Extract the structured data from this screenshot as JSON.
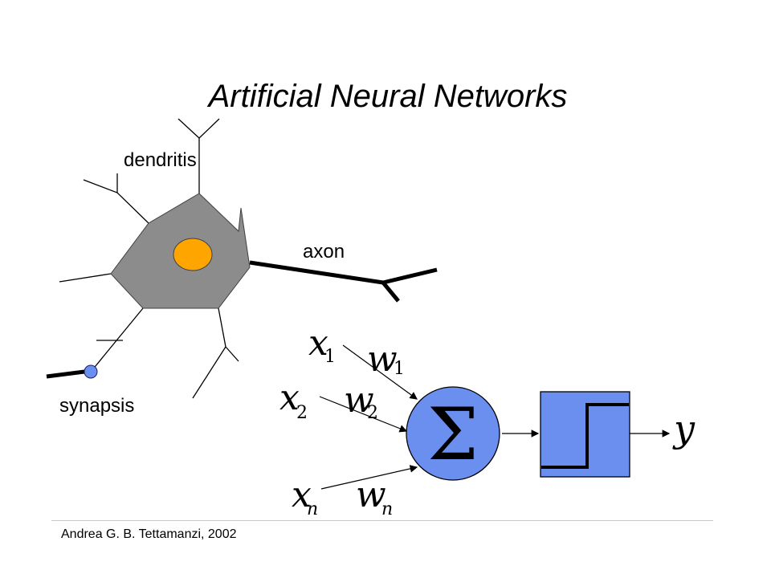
{
  "slide": {
    "title": "Artificial Neural Networks",
    "footer": "Andrea G. B. Tettamanzi, 2002"
  },
  "neuron": {
    "dendrites_label": "dendritis",
    "axon_label": "axon",
    "synapse_label": "synapsis",
    "body_color": "#8c8c8c",
    "nucleus_color": "#ffa500",
    "synapse_color": "#6b8fef"
  },
  "perceptron": {
    "inputs": [
      {
        "x": "x",
        "x_sub": "1",
        "w": "w",
        "w_sub": "1"
      },
      {
        "x": "x",
        "x_sub": "2",
        "w": "w",
        "w_sub": "2"
      },
      {
        "x": "x",
        "x_sub": "n",
        "w": "w",
        "w_sub": "n"
      }
    ],
    "sum_symbol": "Σ",
    "output": "y",
    "node_color": "#6b8fef"
  }
}
